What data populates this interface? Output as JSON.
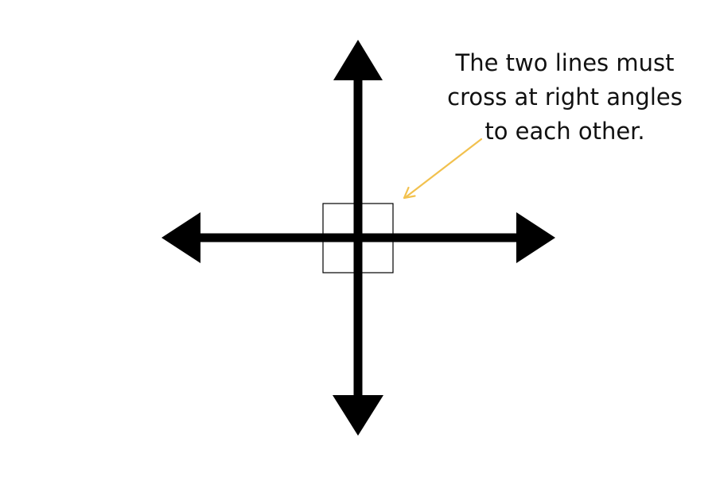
{
  "annotation": {
    "lines": [
      "The two lines must",
      "cross at right angles",
      "to each other."
    ]
  },
  "colors": {
    "axis": "#000000",
    "right_angle_box": "#000000",
    "pointer_arrow": "#f2c14e",
    "text": "#111111",
    "background": "#ffffff"
  }
}
